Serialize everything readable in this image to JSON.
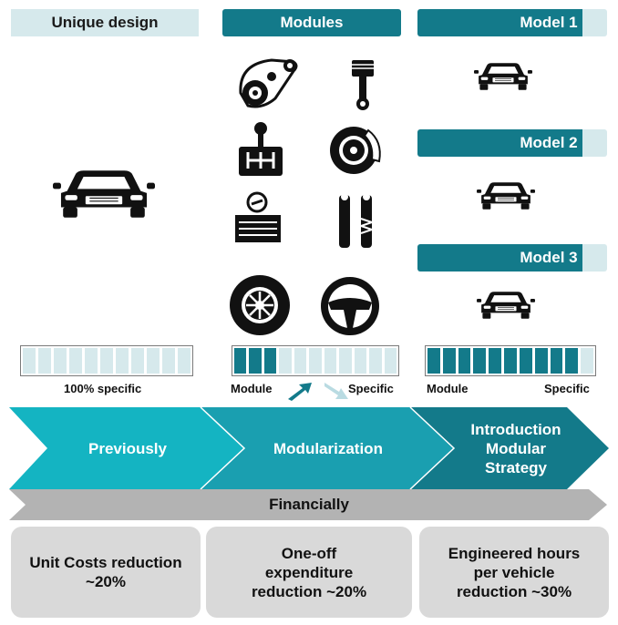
{
  "headers": {
    "unique_design": "Unique design",
    "modules": "Modules",
    "model1": "Model 1",
    "model2": "Model 2",
    "model3": "Model 3"
  },
  "bars": {
    "specific_label": "100% specific",
    "module_label": "Module",
    "specific_label_short": "Specific",
    "unique_filled": 0,
    "modules_filled": 3,
    "model_filled": 10,
    "segments": 11
  },
  "stages": {
    "previously": "Previously",
    "modularization": "Modularization",
    "introduction": "Introduction Modular Strategy"
  },
  "financially": {
    "title": "Financially",
    "box1": "Unit Costs reduction ~20%",
    "box2": "One-off expenditure reduction ~20%",
    "box3": "Engineered hours per vehicle reduction ~30%"
  },
  "colors": {
    "teal_dark": "#137a8a",
    "teal_mid": "#1aa9b8",
    "teal_light": "#d6e9ec",
    "grey": "#d9d9d9"
  },
  "icons": [
    "car-icon",
    "timing-belt-icon",
    "piston-icon",
    "gear-shift-icon",
    "brake-disc-icon",
    "battery-icon",
    "shock-absorber-icon",
    "wheel-icon",
    "steering-wheel-icon"
  ]
}
